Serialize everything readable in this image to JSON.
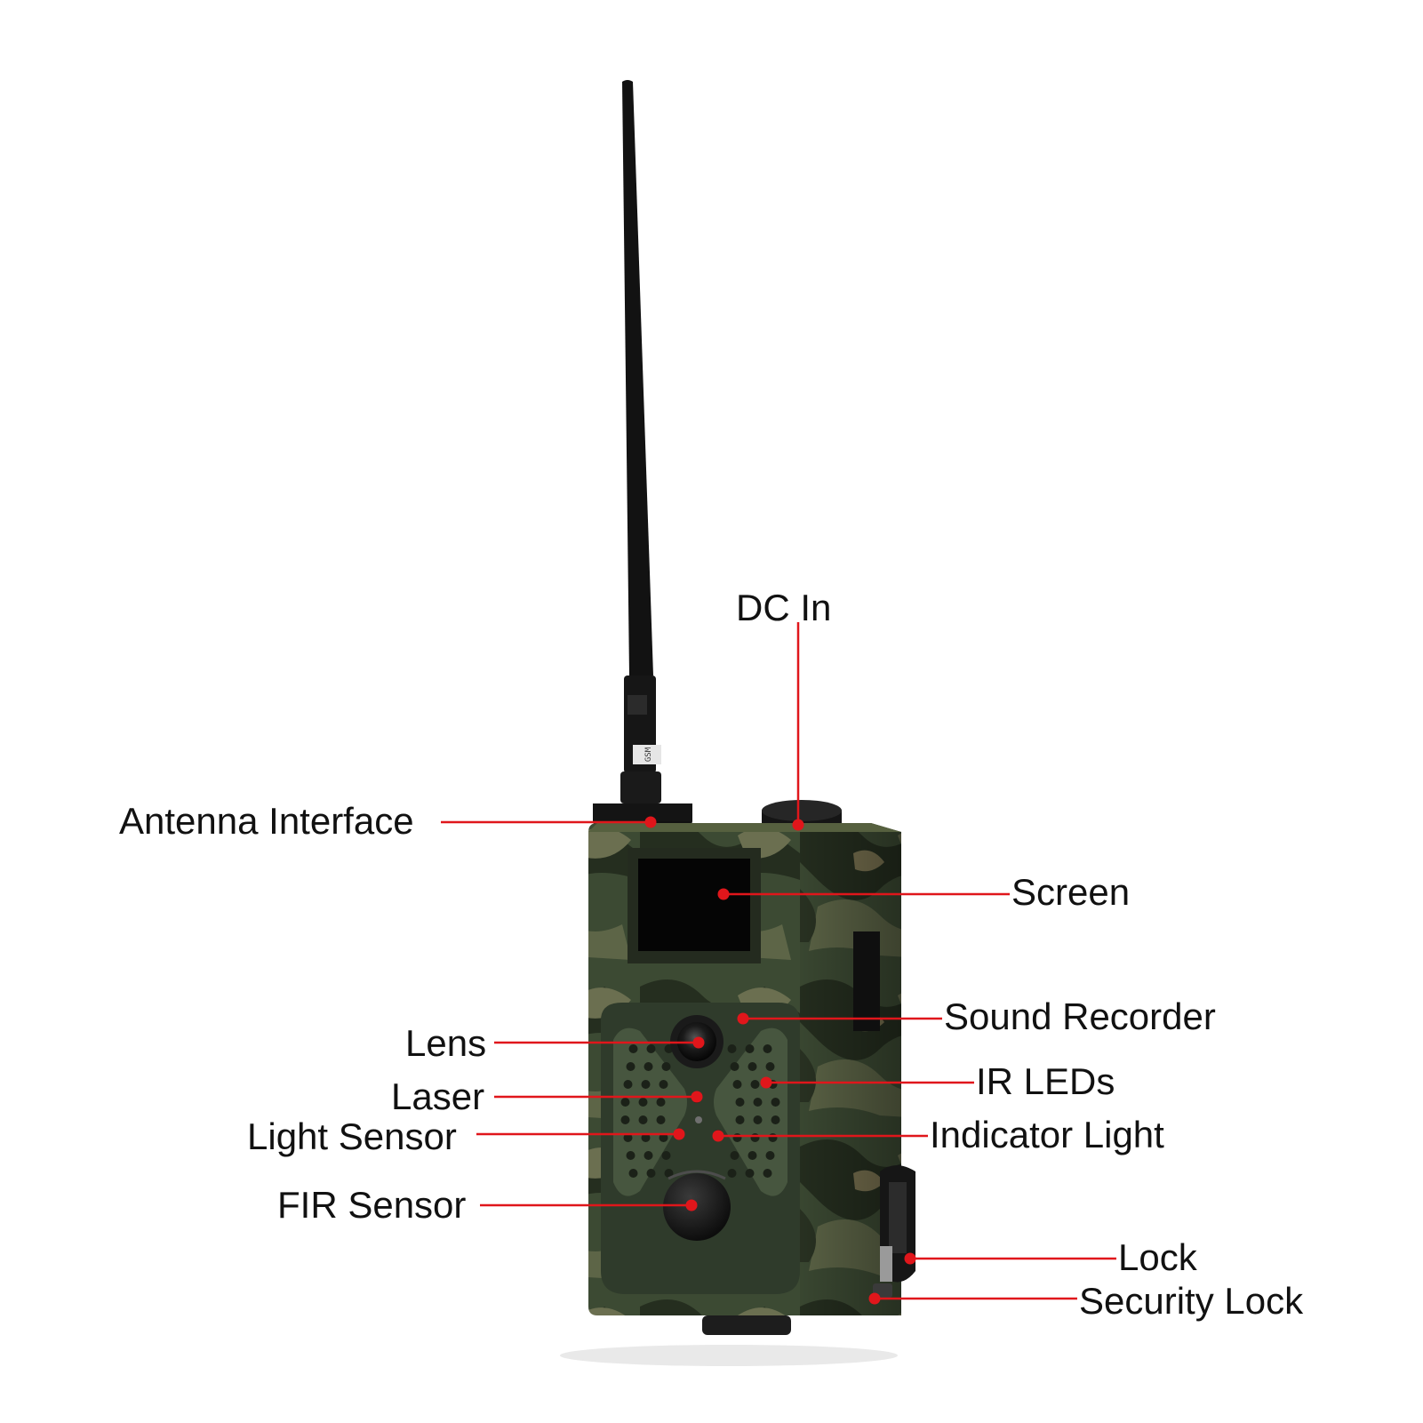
{
  "colors": {
    "leader": "#e0161b",
    "camo_base": "#3c4a33",
    "camo_dark": "#1f2719",
    "camo_light": "#6a7052",
    "antenna": "#121212"
  },
  "device": {
    "antenna_tag": "GSM"
  },
  "callouts": [
    {
      "id": "dc-in",
      "label": "DC In"
    },
    {
      "id": "antenna-interface",
      "label": "Antenna Interface"
    },
    {
      "id": "screen",
      "label": "Screen"
    },
    {
      "id": "sound-recorder",
      "label": "Sound Recorder"
    },
    {
      "id": "lens",
      "label": "Lens"
    },
    {
      "id": "ir-leds",
      "label": "IR LEDs"
    },
    {
      "id": "laser",
      "label": "Laser"
    },
    {
      "id": "light-sensor",
      "label": "Light Sensor"
    },
    {
      "id": "indicator-light",
      "label": "Indicator Light"
    },
    {
      "id": "fir-sensor",
      "label": "FIR Sensor"
    },
    {
      "id": "lock",
      "label": "Lock"
    },
    {
      "id": "security-lock",
      "label": "Security Lock"
    }
  ]
}
